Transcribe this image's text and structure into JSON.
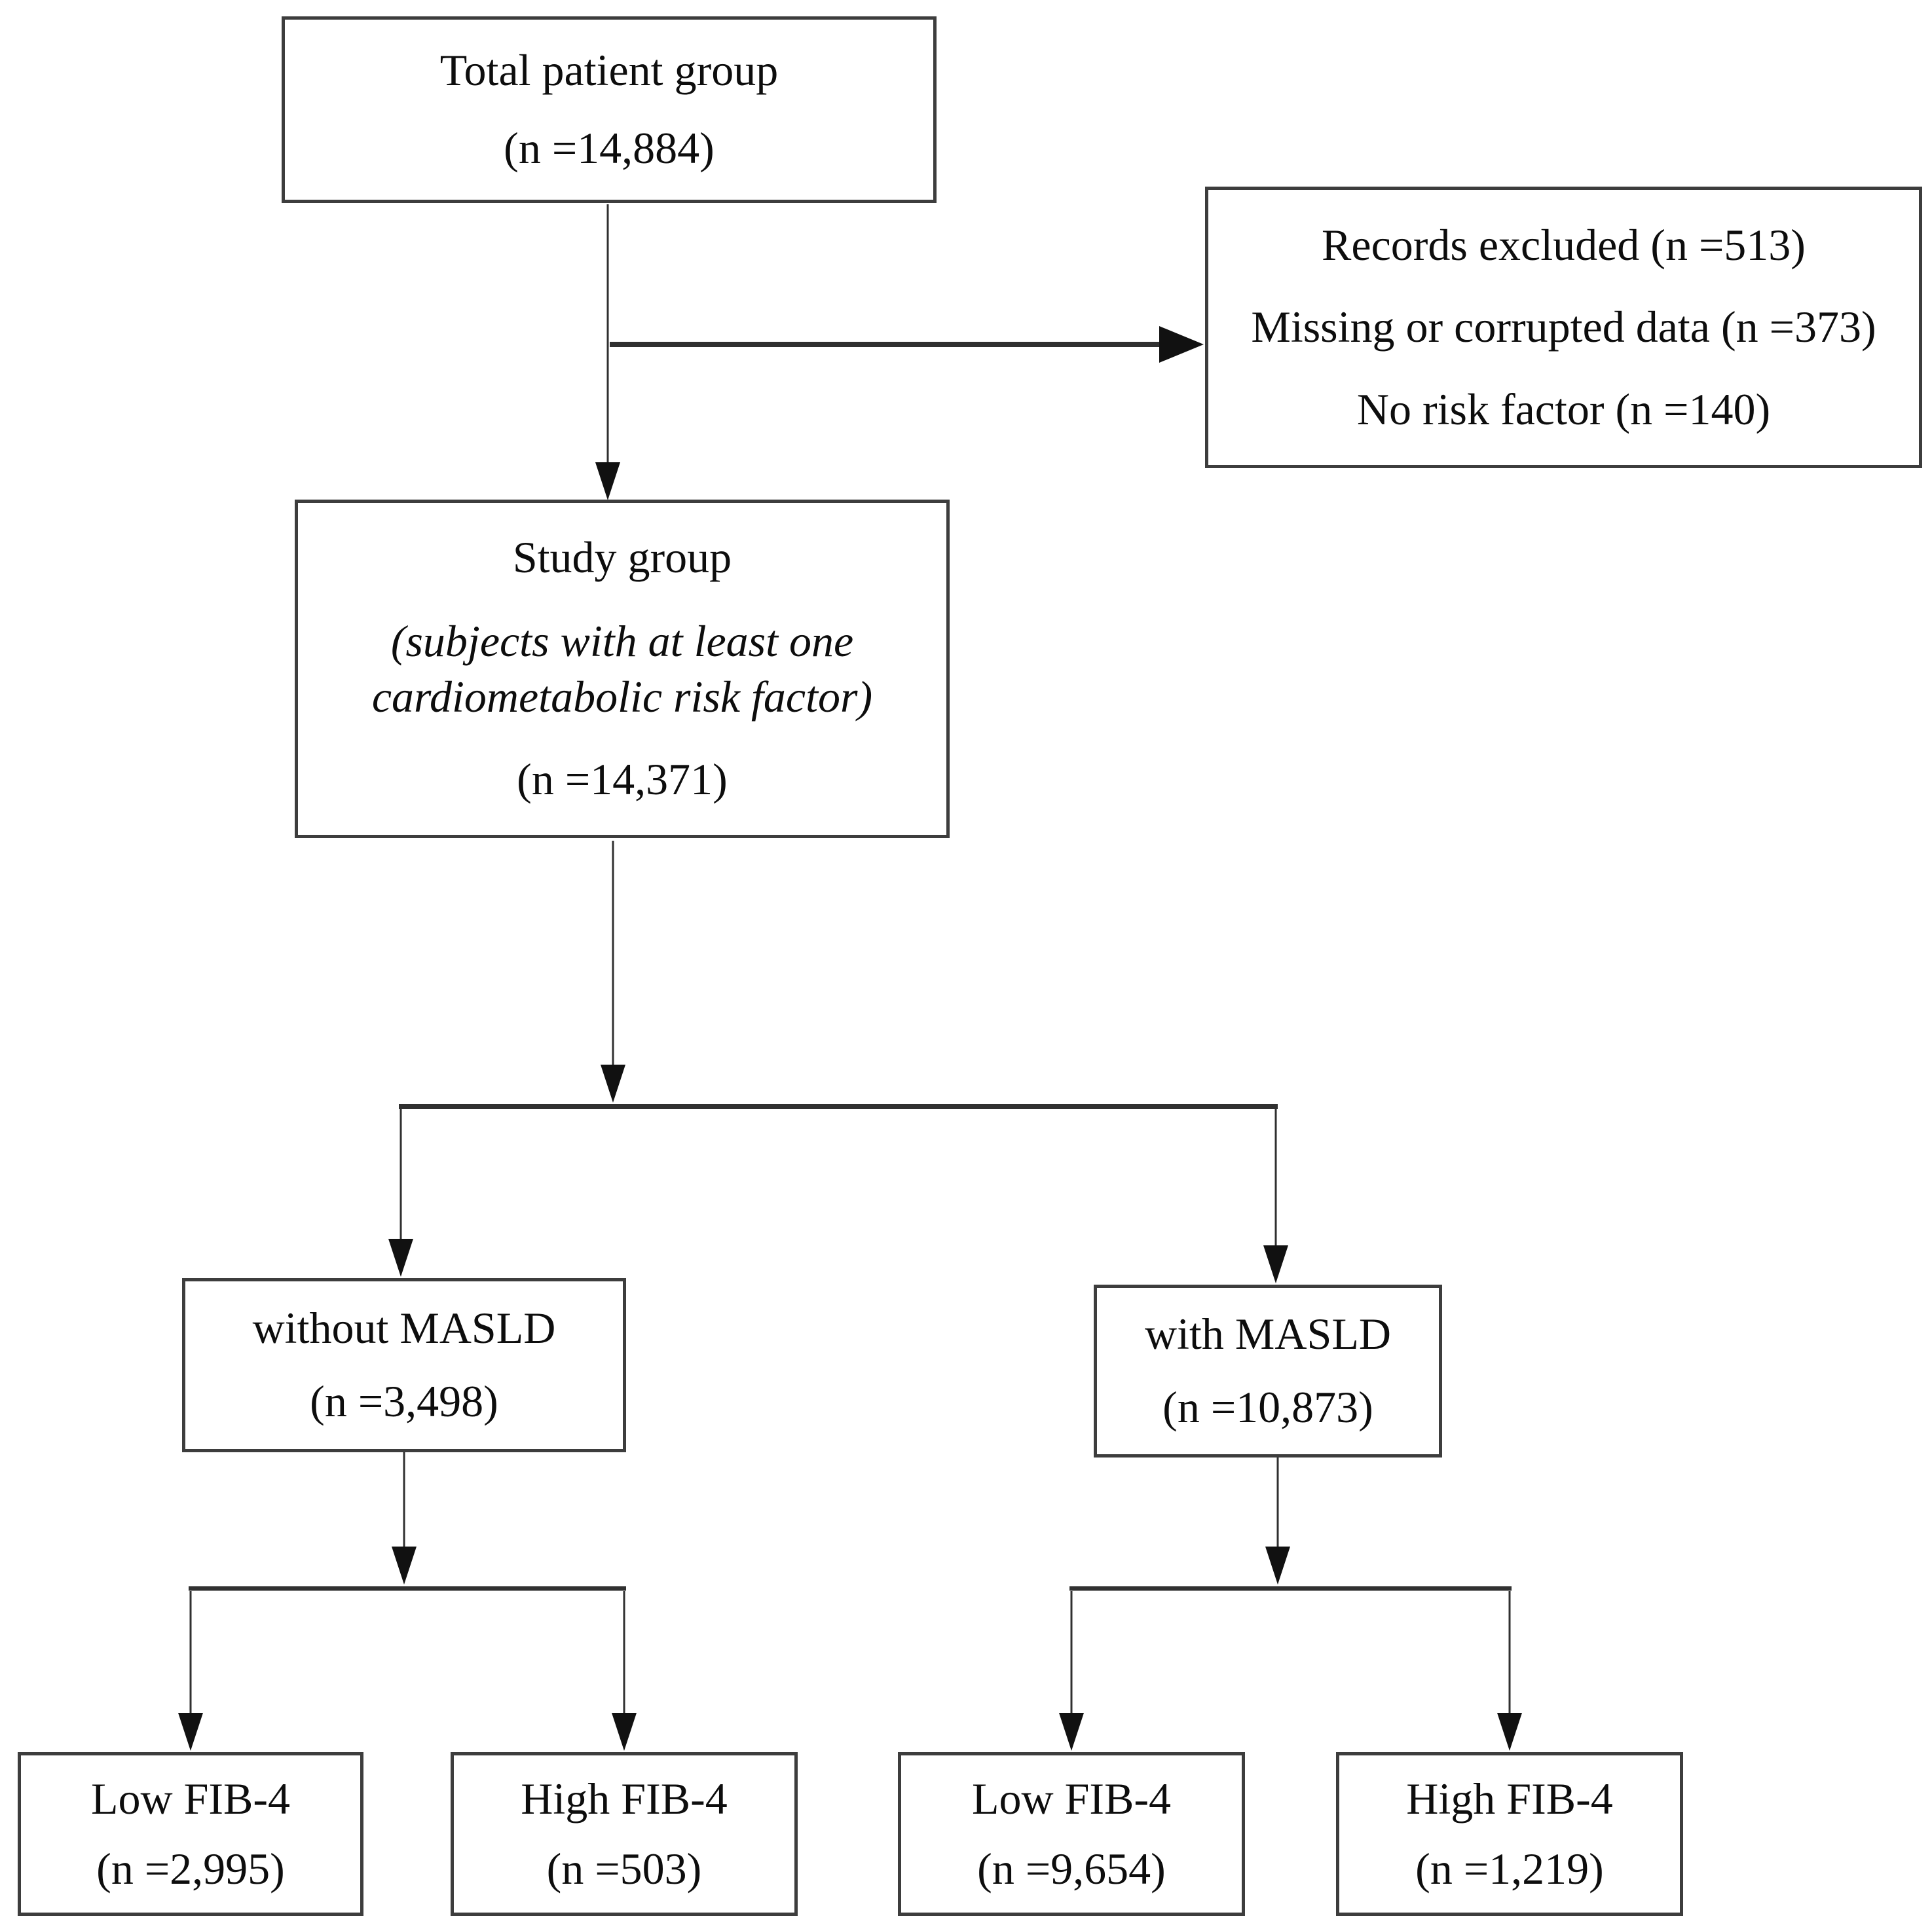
{
  "diagram": {
    "background_color": "#ffffff",
    "line_color": "#303030",
    "text_color": "#0d0d0d",
    "type": "patient-flow-chart"
  },
  "boxes": {
    "total": {
      "title": "Total patient group",
      "n": "(n =14,884)"
    },
    "excluded": {
      "lines": [
        "Records excluded (n =513)",
        "Missing or corrupted data (n =373)",
        "No risk factor (n =140)"
      ]
    },
    "study": {
      "title": "Study group",
      "subtitle": "(subjects with at least one cardiometabolic risk factor)",
      "n": "(n =14,371)"
    },
    "without_masld": {
      "title": "without MASLD",
      "n": "(n =3,498)"
    },
    "with_masld": {
      "title": "with MASLD",
      "n": "(n =10,873)"
    },
    "without_low_fib4": {
      "title": "Low FIB-4",
      "n": "(n =2,995)"
    },
    "without_high_fib4": {
      "title": "High FIB-4",
      "n": "(n =503)"
    },
    "with_low_fib4": {
      "title": "Low FIB-4",
      "n": "(n =9,654)"
    },
    "with_high_fib4": {
      "title": "High FIB-4",
      "n": "(n =1,219)"
    }
  }
}
